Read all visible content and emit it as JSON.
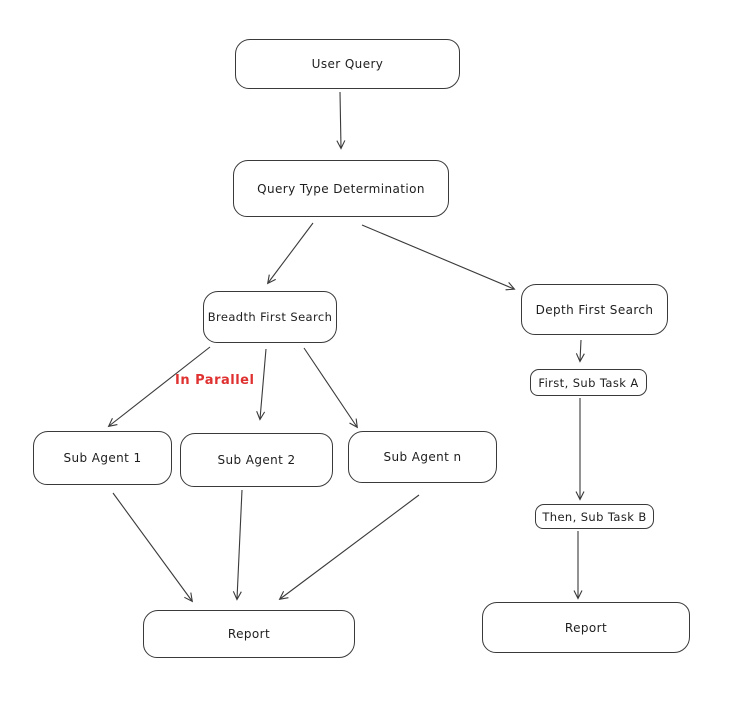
{
  "colors": {
    "background": "#ffffff",
    "stroke": "#3a3a3a",
    "text": "#1e1e1e",
    "accent-red": "#e03131"
  },
  "nodes": {
    "user_query": {
      "label": "User Query"
    },
    "query_type_determination": {
      "label": "Query Type Determination"
    },
    "breadth_first_search": {
      "label": "Breadth First Search"
    },
    "depth_first_search": {
      "label": "Depth First Search"
    },
    "first_sub_task_a": {
      "label": "First, Sub Task A"
    },
    "sub_agent_1": {
      "label": "Sub Agent 1"
    },
    "sub_agent_2": {
      "label": "Sub Agent 2"
    },
    "sub_agent_n": {
      "label": "Sub Agent n"
    },
    "then_sub_task_b": {
      "label": "Then, Sub Task B"
    },
    "report_left": {
      "label": "Report"
    },
    "report_right": {
      "label": "Report"
    }
  },
  "annotations": {
    "in_parallel": {
      "text": "In Parallel"
    }
  },
  "edges": [
    {
      "from": "user_query",
      "to": "query_type_determination"
    },
    {
      "from": "query_type_determination",
      "to": "breadth_first_search"
    },
    {
      "from": "query_type_determination",
      "to": "depth_first_search"
    },
    {
      "from": "breadth_first_search",
      "to": "sub_agent_1"
    },
    {
      "from": "breadth_first_search",
      "to": "sub_agent_2"
    },
    {
      "from": "breadth_first_search",
      "to": "sub_agent_n"
    },
    {
      "from": "depth_first_search",
      "to": "first_sub_task_a"
    },
    {
      "from": "first_sub_task_a",
      "to": "then_sub_task_b"
    },
    {
      "from": "then_sub_task_b",
      "to": "report_right"
    },
    {
      "from": "sub_agent_1",
      "to": "report_left"
    },
    {
      "from": "sub_agent_2",
      "to": "report_left"
    },
    {
      "from": "sub_agent_n",
      "to": "report_left"
    }
  ]
}
